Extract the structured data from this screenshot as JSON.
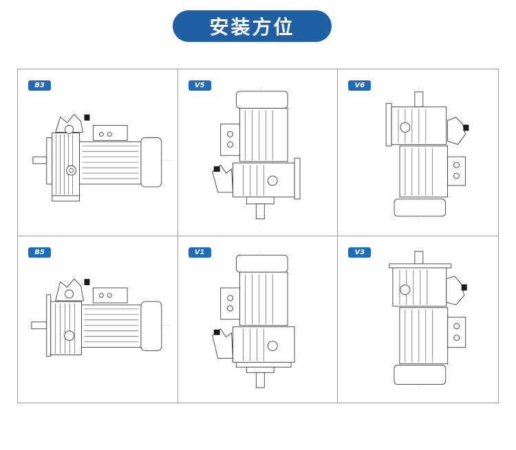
{
  "page": {
    "title": "安装方位"
  },
  "positions": [
    {
      "label": "B3",
      "orientation": "horizontal",
      "drawing": "horizontal-b3"
    },
    {
      "label": "V5",
      "orientation": "vertical-shaft-down",
      "drawing": "vertical-v5"
    },
    {
      "label": "V6",
      "orientation": "vertical-shaft-up",
      "drawing": "vertical-v6"
    },
    {
      "label": "B5",
      "orientation": "horizontal-flange",
      "drawing": "horizontal-b5"
    },
    {
      "label": "V1",
      "orientation": "vertical-shaft-down",
      "drawing": "vertical-v1"
    },
    {
      "label": "V3",
      "orientation": "vertical-shaft-up",
      "drawing": "vertical-v3"
    }
  ],
  "colors": {
    "accent": "#1f5fa3",
    "badge": "#1e6bb8",
    "grid": "#9a9a9a",
    "line": "#3a3a3a"
  }
}
